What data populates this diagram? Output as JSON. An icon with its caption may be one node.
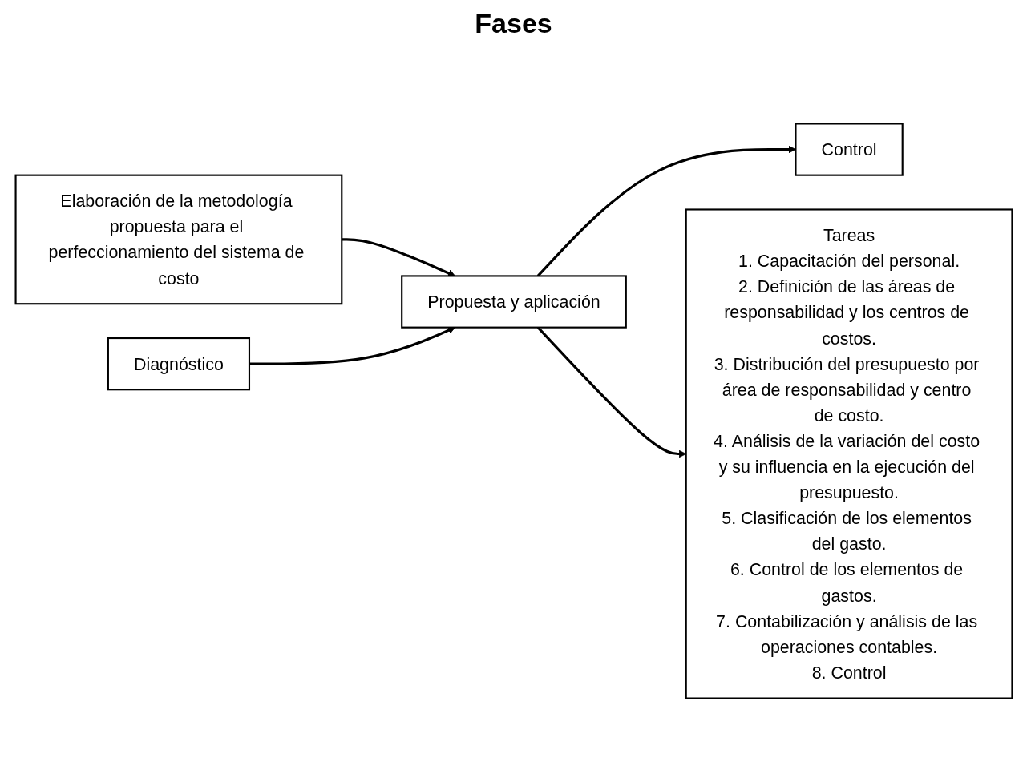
{
  "diagram": {
    "nodes": [
      {
        "text": [
          "Elaboración de la metodología propuesta para el perfeccionamiento del sistema de costo"
        ]
      },
      {
        "text": [
          "Diagnóstico"
        ]
      },
      {
        "text": [
          "Propuesta y aplicación"
        ]
      },
      {
        "text": [
          "Control"
        ]
      },
      {
        "text": [
          "Tareas",
          "1. Capacitación del personal.",
          "2. Definición de las áreas de responsabilidad y los centros de costos.",
          "3. Distribución del presupuesto por área de responsabilidad y centro de costo.",
          "4. Análisis de la variación del costo y su influencia en la ejecución del presupuesto.",
          "5. Clasificación de los elementos del gasto.",
          "6. Control de los elementos de gastos.",
          "7. Contabilización y análisis de las operaciones contables.",
          "8. Control"
        ]
      }
    ],
    "edges": [
      {
        "from": 0,
        "to": 2,
        "arrow": "to"
      },
      {
        "from": 1,
        "to": 2,
        "arrow": "to"
      },
      {
        "from": 2,
        "to": 3,
        "arrow": "to"
      },
      {
        "from": 2,
        "to": 4,
        "arrow": "to"
      }
    ],
    "labels": [
      "Fases"
    ]
  }
}
